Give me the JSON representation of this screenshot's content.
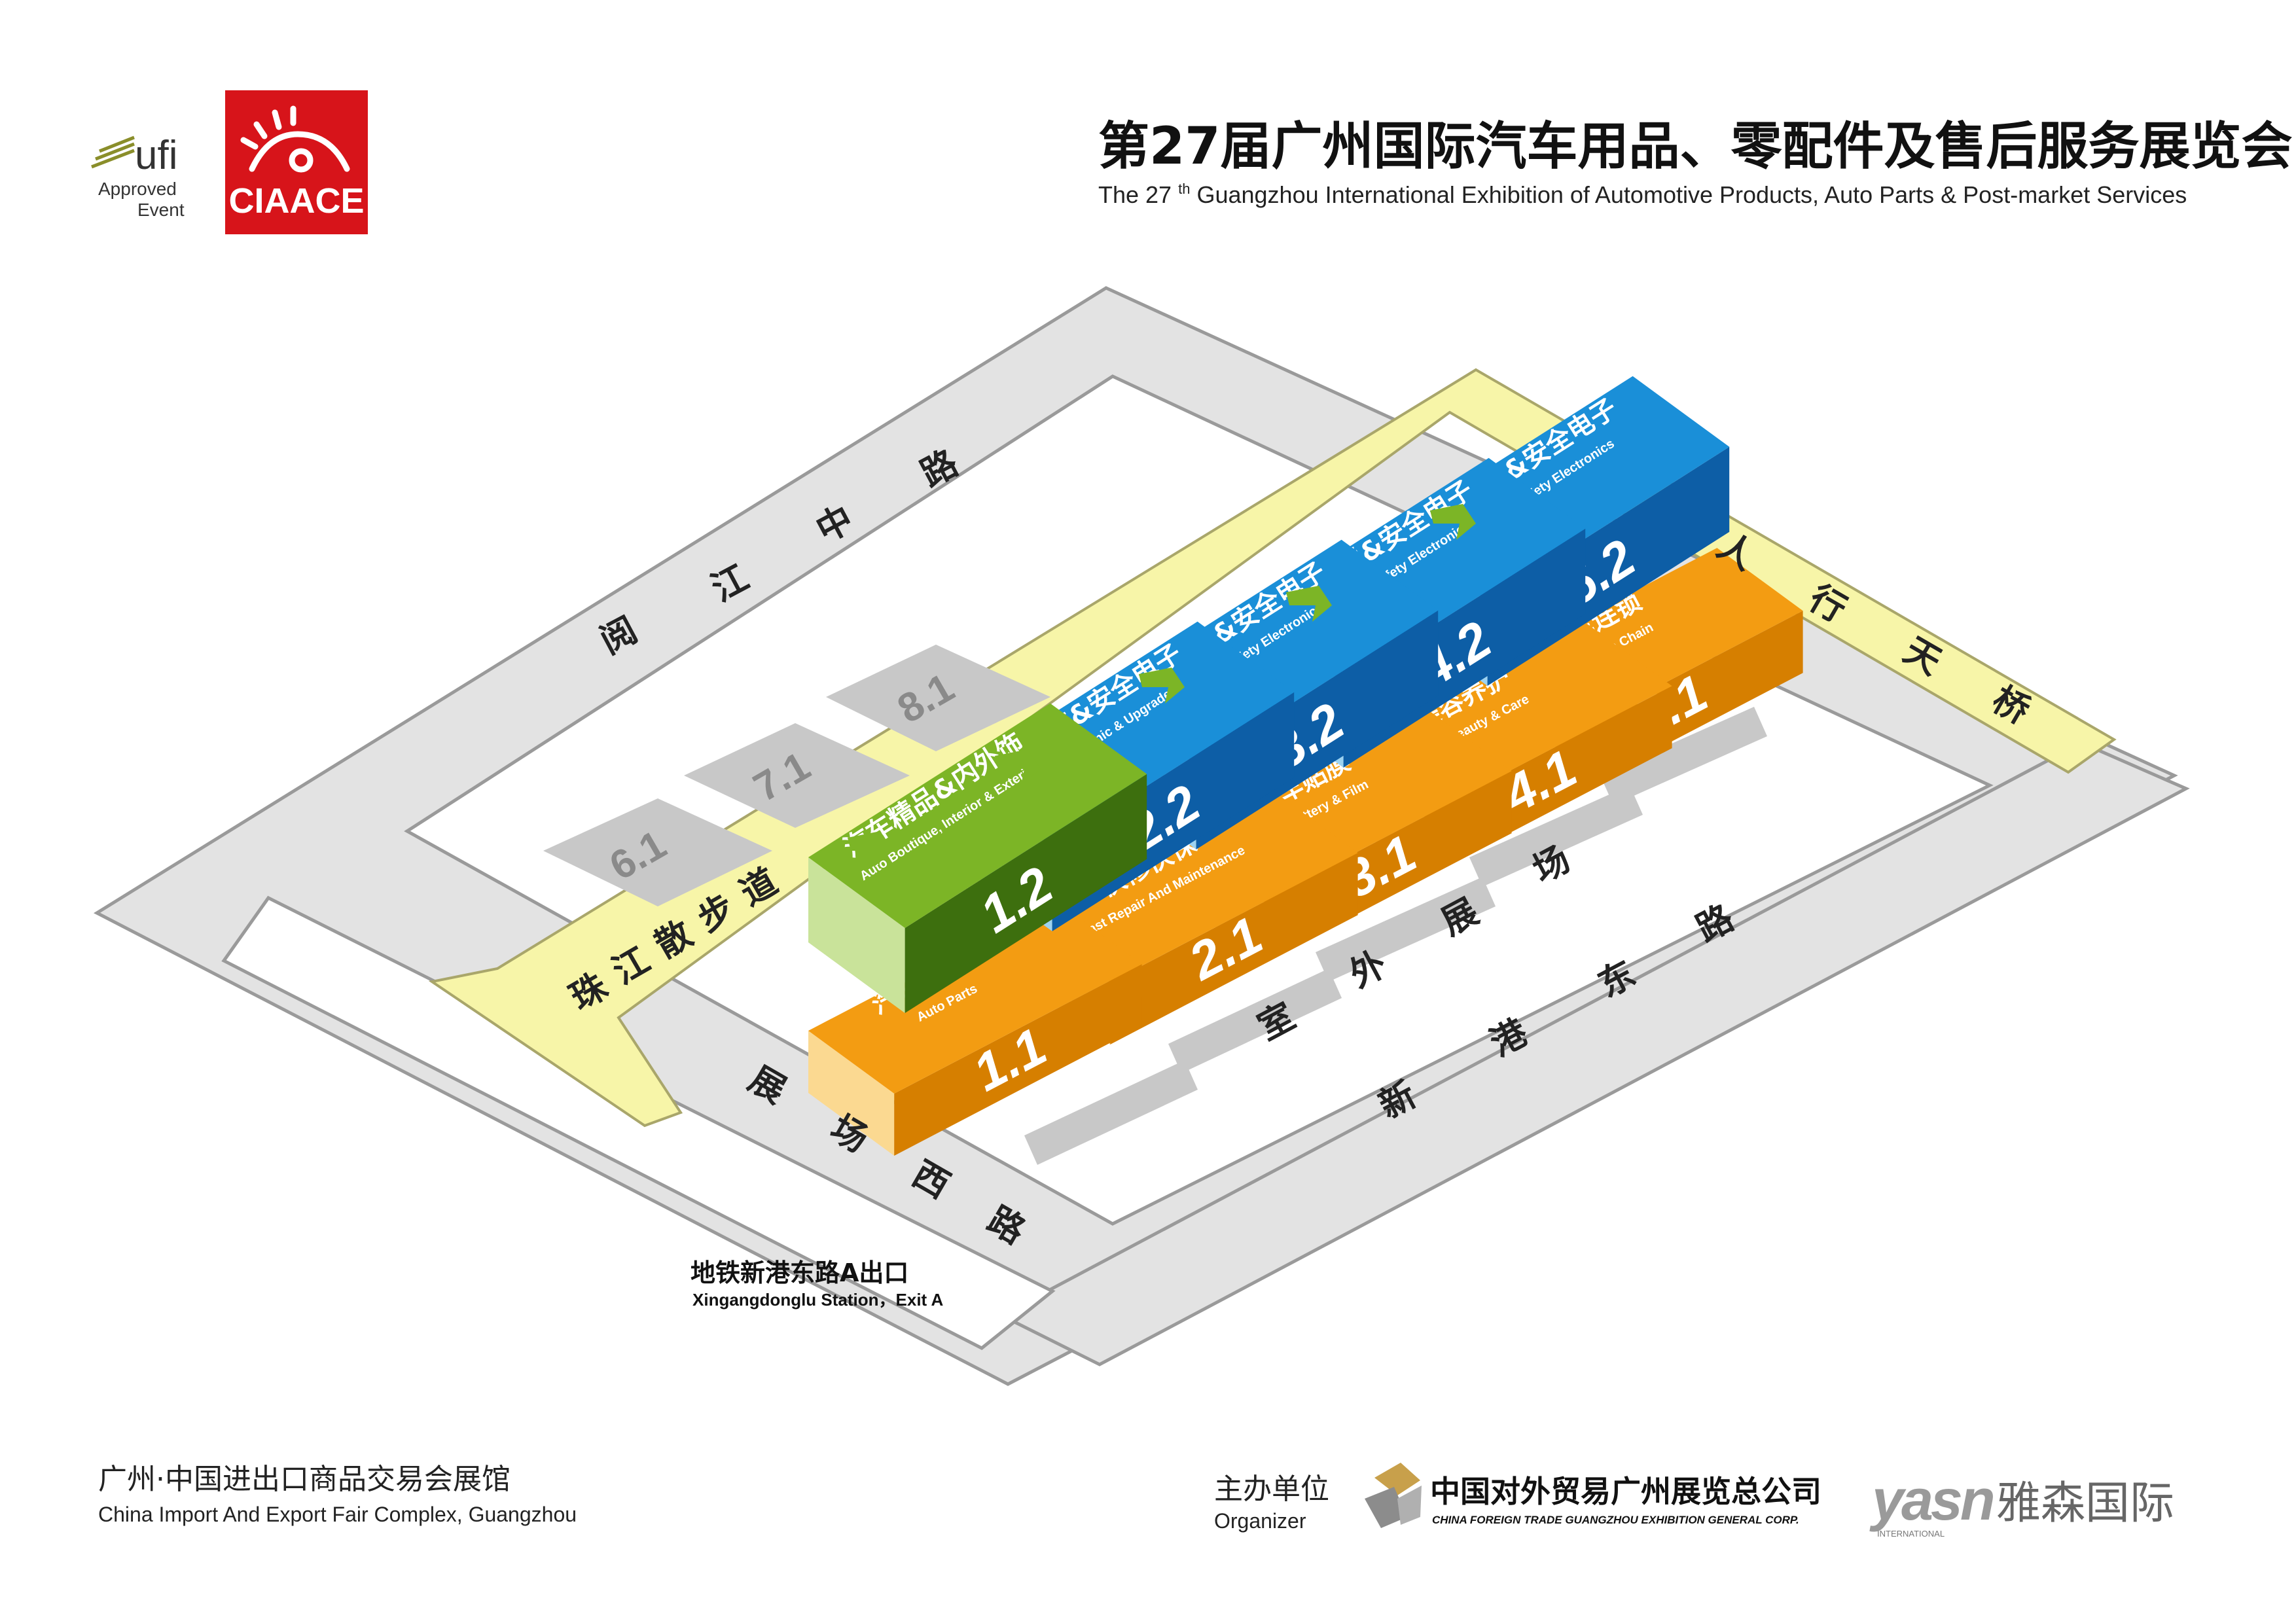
{
  "header": {
    "title_cn": "第27届广州国际汽车用品、零配件及售后服务展览会",
    "title_en_pre": "The 27",
    "title_en_sup": "th",
    "title_en_post": " Guangzhou International Exhibition of Automotive Products, Auto Parts & Post-market Services"
  },
  "logos": {
    "ufi": {
      "mark": "ufi",
      "line1": "Approved",
      "line2": "Event"
    },
    "ciaace": {
      "text": "CIAACE",
      "color": "#d7141a"
    }
  },
  "roads": {
    "north": [
      "阅",
      "江",
      "中",
      "路"
    ],
    "east": [
      "人",
      "行",
      "天",
      "桥"
    ],
    "southeast": [
      "新",
      "港",
      "东",
      "路"
    ],
    "west": [
      "展",
      "场",
      "西",
      "路"
    ],
    "promenade": [
      "珠",
      "江",
      "散",
      "步",
      "道"
    ],
    "outdoor": [
      "室",
      "外",
      "展",
      "场"
    ]
  },
  "halls": [
    {
      "id": "1.1",
      "cn": "汽车零配件",
      "en": "Auto Parts",
      "color": "orange"
    },
    {
      "id": "1.2",
      "cn": "汽车精品&内外饰",
      "en": "Auto Boutique, Interior & Exterior",
      "color": "green"
    },
    {
      "id": "2.1",
      "cn": "快修快保",
      "en": "Fast Repair And Maintenance",
      "color": "orange"
    },
    {
      "id": "2.2",
      "cn": "升级改装&安全电子",
      "en": "Safety electronic & Upgrade",
      "color": "blue"
    },
    {
      "id": "3.1",
      "cn": "汽车贴膜",
      "en": "Car Battery & Film",
      "color": "orange"
    },
    {
      "id": "3.2",
      "cn": "智能车联&安全电子",
      "en": "Smart Car & Safety Electronics",
      "color": "blue"
    },
    {
      "id": "4.1",
      "cn": "美容养护",
      "en": "Car Beauty & Care",
      "color": "orange"
    },
    {
      "id": "4.2",
      "cn": "智能车联&安全电子",
      "en": "Smart Car & Safety Electronics",
      "color": "blue"
    },
    {
      "id": "5.1",
      "cn": "洗车连锁",
      "en": "Car Wash Chain",
      "color": "orange"
    },
    {
      "id": "5.2",
      "cn": "智能车联&安全电子",
      "en": "Smart Car & Safety Electronics",
      "color": "blue"
    }
  ],
  "inactive_halls": [
    "6.1",
    "7.1",
    "8.1"
  ],
  "metro_exit": {
    "cn": "地铁新港东路A出口",
    "en": "Xingangdonglu Station，Exit A"
  },
  "venue": {
    "cn": "广州·中国进出口商品交易会展馆",
    "en": "China Import And Export Fair Complex, Guangzhou"
  },
  "organizer": {
    "label_cn": "主办单位",
    "label_en": "Organizer",
    "name_cn": "中国对外贸易广州展览总公司",
    "name_en": "CHINA FOREIGN TRADE GUANGZHOU EXHIBITION GENERAL CORP.",
    "partner_mark": "yasn",
    "partner_sub": "INTERNATIONAL",
    "partner_cn": "雅森国际"
  },
  "colors": {
    "orange_top": "#f39c12",
    "orange_side": "#d67f00",
    "orange_front": "#fbd991",
    "blue_top": "#1a8fd8",
    "blue_side": "#0d5ea6",
    "blue_front": "#9dd3f1",
    "green_top": "#7cb526",
    "green_side": "#3d6f0e",
    "green_front": "#c9e39a",
    "road_gray": "#e3e3e3",
    "block_gray": "#c8c8c8",
    "walkway": "#f7f5a8"
  }
}
